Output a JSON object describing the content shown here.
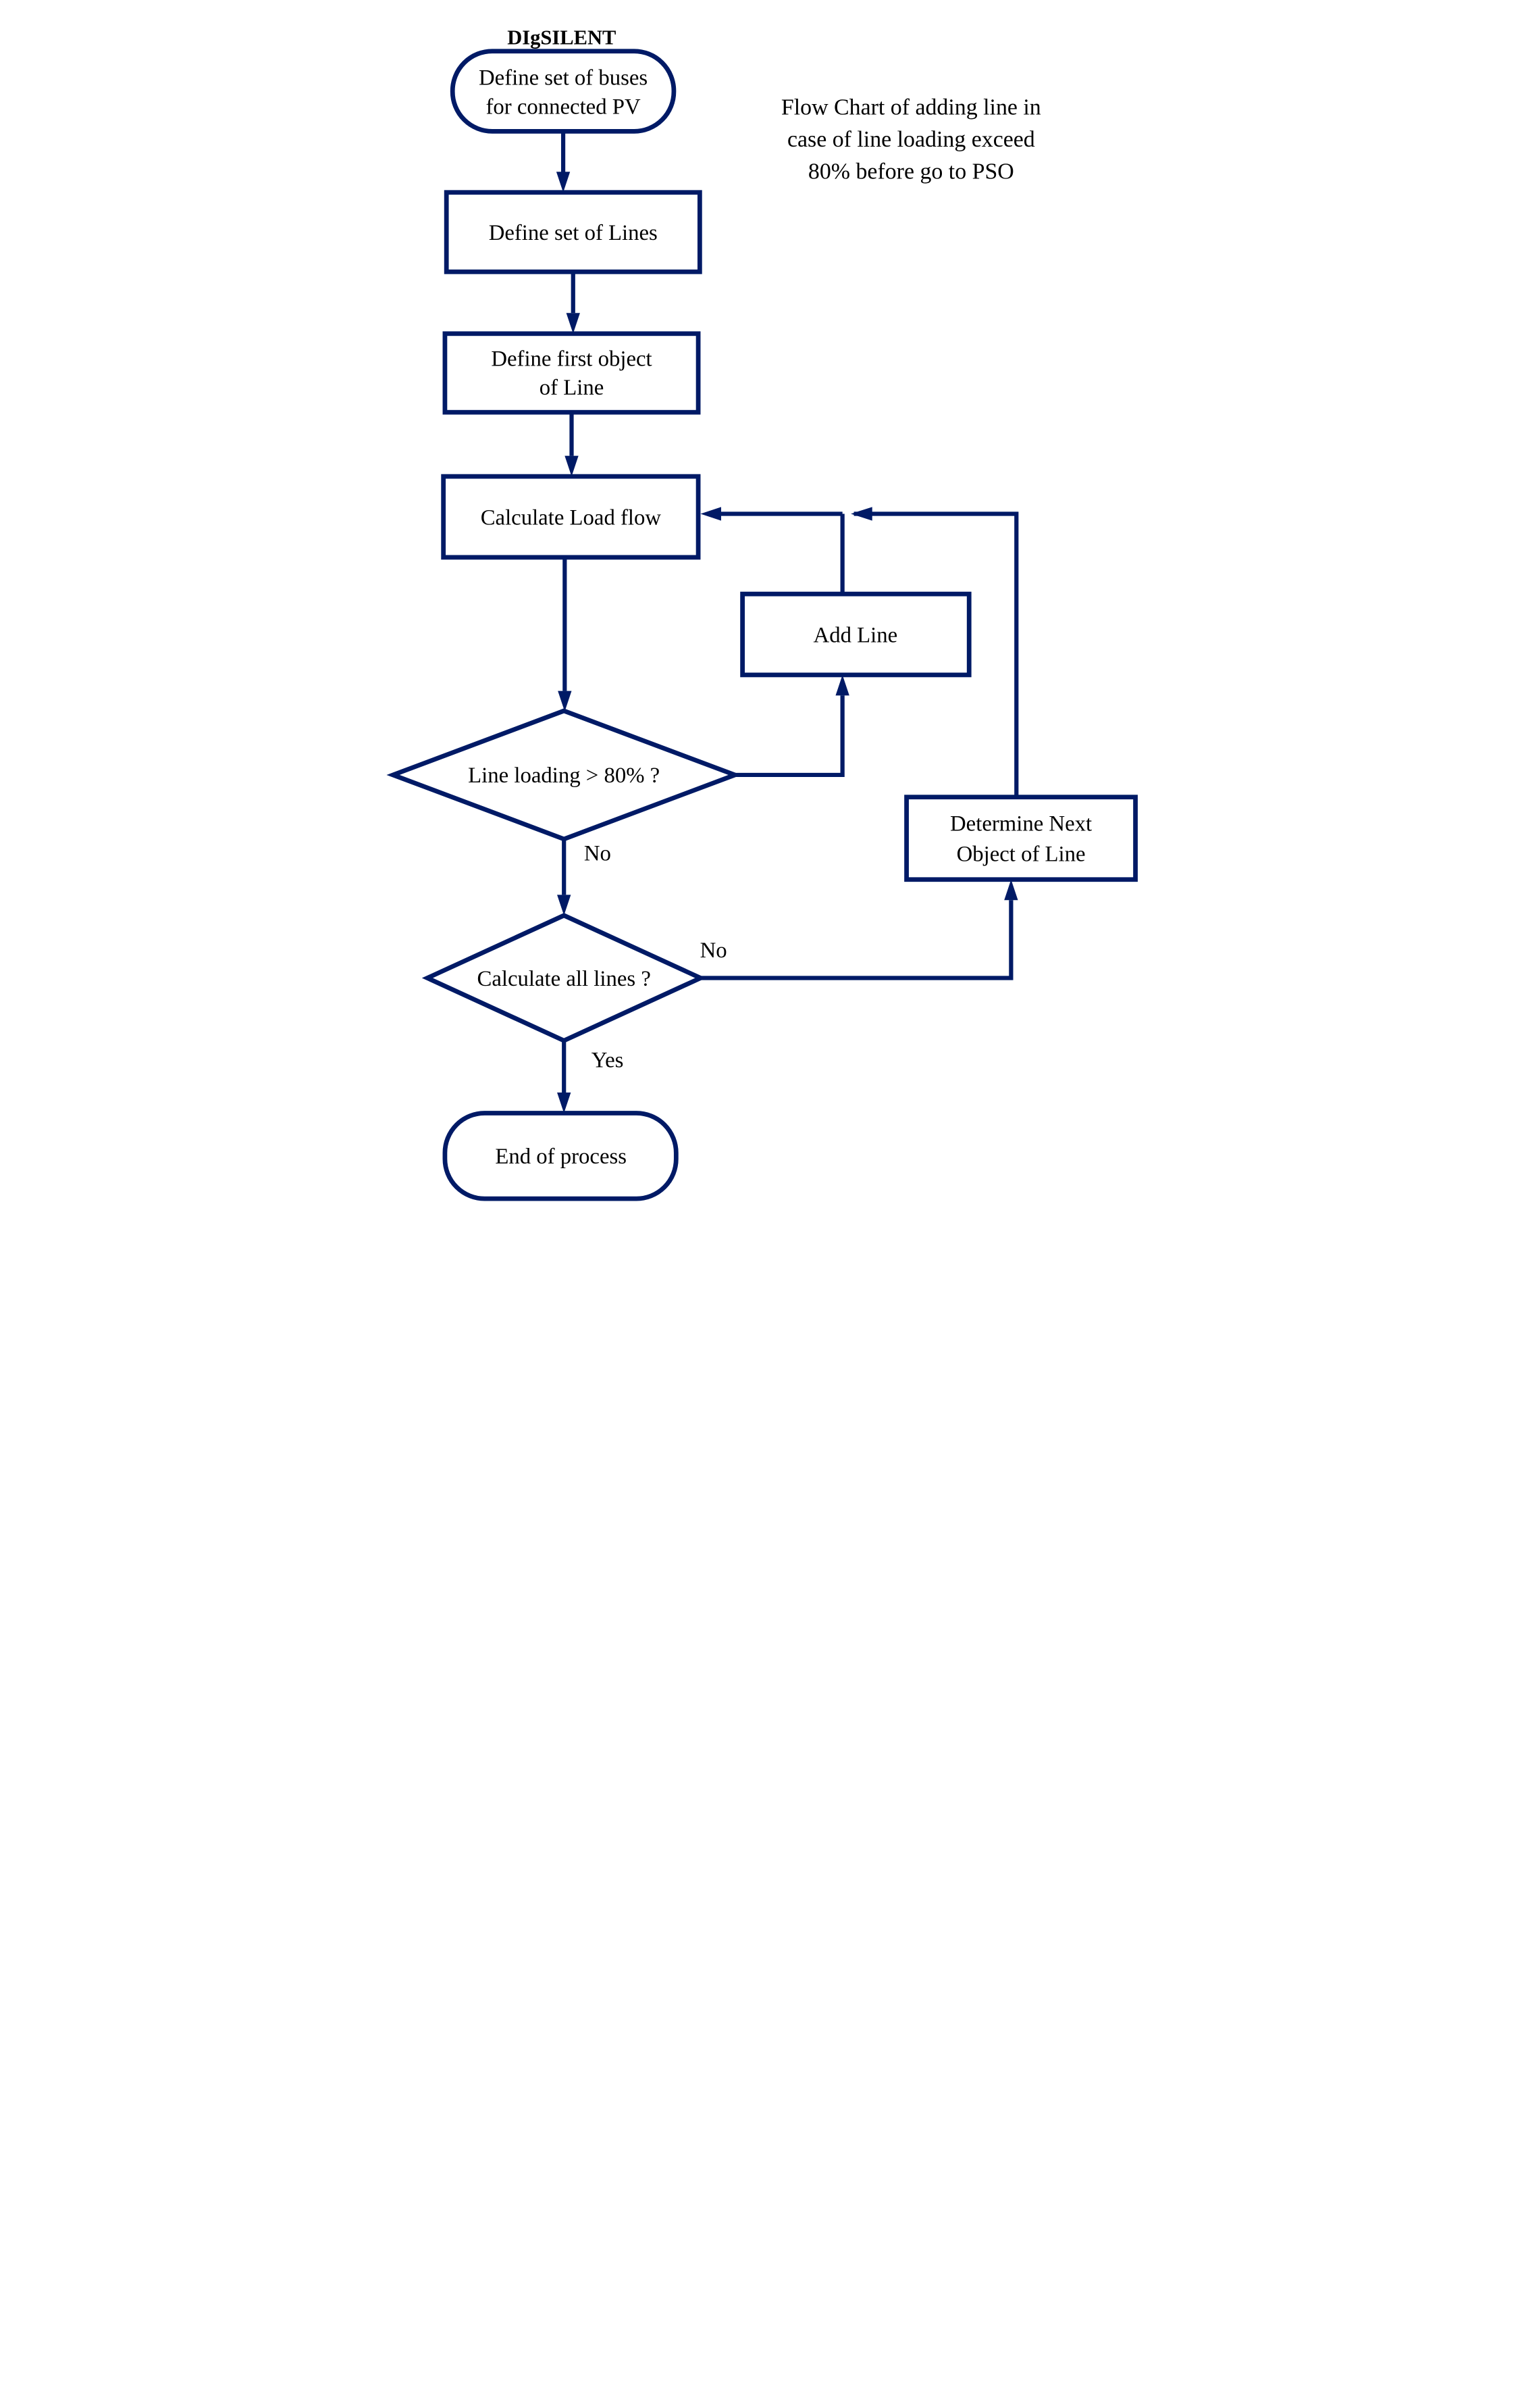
{
  "header": {
    "title": "DIgSILENT"
  },
  "annotation": {
    "lines": [
      "Flow Chart of adding line in",
      "case of line loading exceed",
      "80% before go to PSO"
    ]
  },
  "nodes": {
    "start": {
      "shape": "terminator",
      "lines": [
        "Define set of buses",
        "for connected PV"
      ]
    },
    "define_set_of_lines": {
      "shape": "process",
      "lines": [
        "Define set of Lines"
      ]
    },
    "define_first_object": {
      "shape": "process",
      "lines": [
        "Define first object",
        "of Line"
      ]
    },
    "calculate_load_flow": {
      "shape": "process",
      "lines": [
        "Calculate Load flow"
      ]
    },
    "add_line": {
      "shape": "process",
      "lines": [
        "Add Line"
      ]
    },
    "line_loading_check": {
      "shape": "decision",
      "lines": [
        "Line loading > 80% ?"
      ]
    },
    "determine_next_object": {
      "shape": "process",
      "lines": [
        "Determine Next",
        "Object of Line"
      ]
    },
    "calculate_all_lines_check": {
      "shape": "decision",
      "lines": [
        "Calculate all lines ?"
      ]
    },
    "end": {
      "shape": "terminator",
      "lines": [
        "End of process"
      ]
    }
  },
  "edge_labels": {
    "line_loading_no": "No",
    "calculate_all_no": "No",
    "calculate_all_yes": "Yes"
  },
  "colors": {
    "line": "#001a66",
    "text": "#000000",
    "background": "#ffffff"
  }
}
